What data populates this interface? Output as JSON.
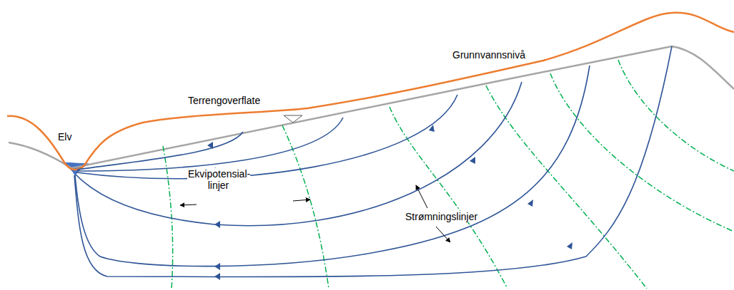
{
  "diagram": {
    "labels": [
      "Terrengoverflate",
      "Grunnvannsnivå",
      "Elv",
      "Ekvipotensial- linjer",
      "Strømningslinjer"
    ]
  }
}
